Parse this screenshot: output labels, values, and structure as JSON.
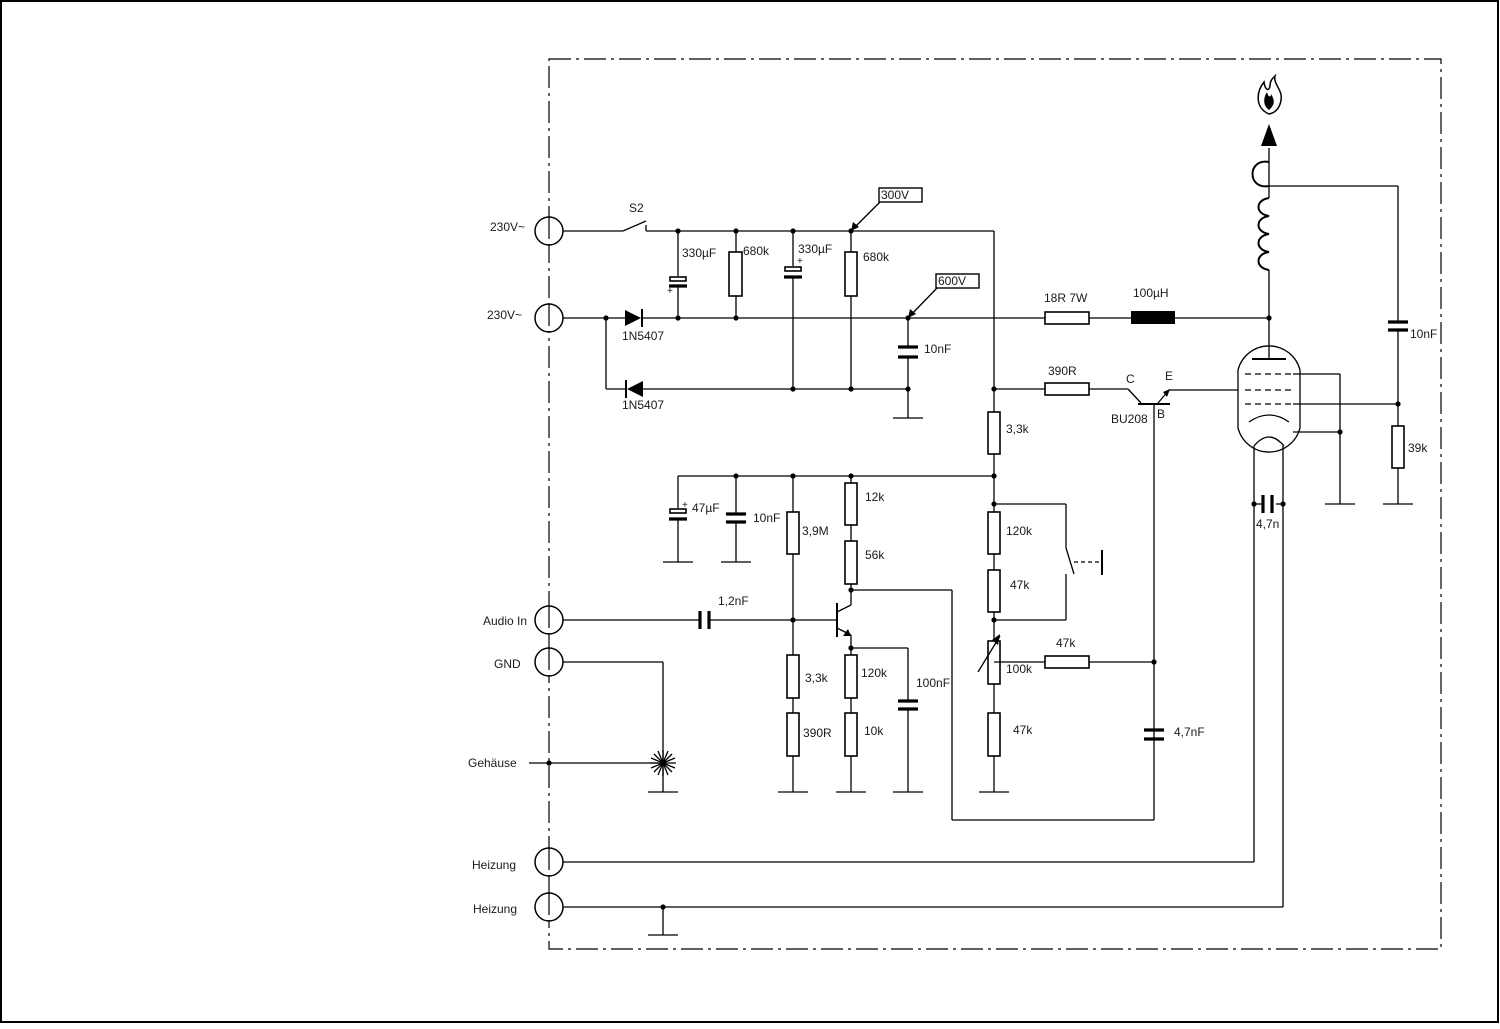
{
  "connectors": {
    "mains_1": "230V~",
    "mains_2": "230V~",
    "audio_in": "Audio In",
    "gnd": "GND",
    "housing": "Gehäuse",
    "heater_1": "Heizung",
    "heater_2": "Heizung"
  },
  "switch": {
    "s2": "S2"
  },
  "flags": {
    "v300": "300V",
    "v600": "600V"
  },
  "components": {
    "c_330u_1": "330µF",
    "r_680k_1": "680k",
    "c_330u_2": "330µF",
    "r_680k_2": "680k",
    "d1": "1N5407",
    "d2": "1N5407",
    "c_10n_hv": "10nF",
    "r_18r": "18R 7W",
    "l_100u": "100µH",
    "c_10n_top": "10nF",
    "r_390r_b": "390R",
    "t_bu208": "BU208",
    "pin_c": "C",
    "pin_e": "E",
    "pin_b": "B",
    "r_39k": "39k",
    "c_4n7_heater": "4,7n",
    "r_3k3_top": "3,3k",
    "c_47u": "47µF",
    "c_10n_supply": "10nF",
    "r_3m9": "3,9M",
    "r_12k": "12k",
    "r_56k": "56k",
    "r_120k_div": "120k",
    "r_47k_div": "47k",
    "c_1n2": "1,2nF",
    "r_3k3_bias": "3,3k",
    "r_390r_bias": "390R",
    "r_120k_emit": "120k",
    "r_10k": "10k",
    "c_100n": "100nF",
    "pot_100k": "100k",
    "r_47k_pot": "47k",
    "r_47k_h": "47k",
    "c_4n7_base": "4,7nF",
    "plus_1": "+",
    "plus_2": "+",
    "plus_3": "+"
  }
}
